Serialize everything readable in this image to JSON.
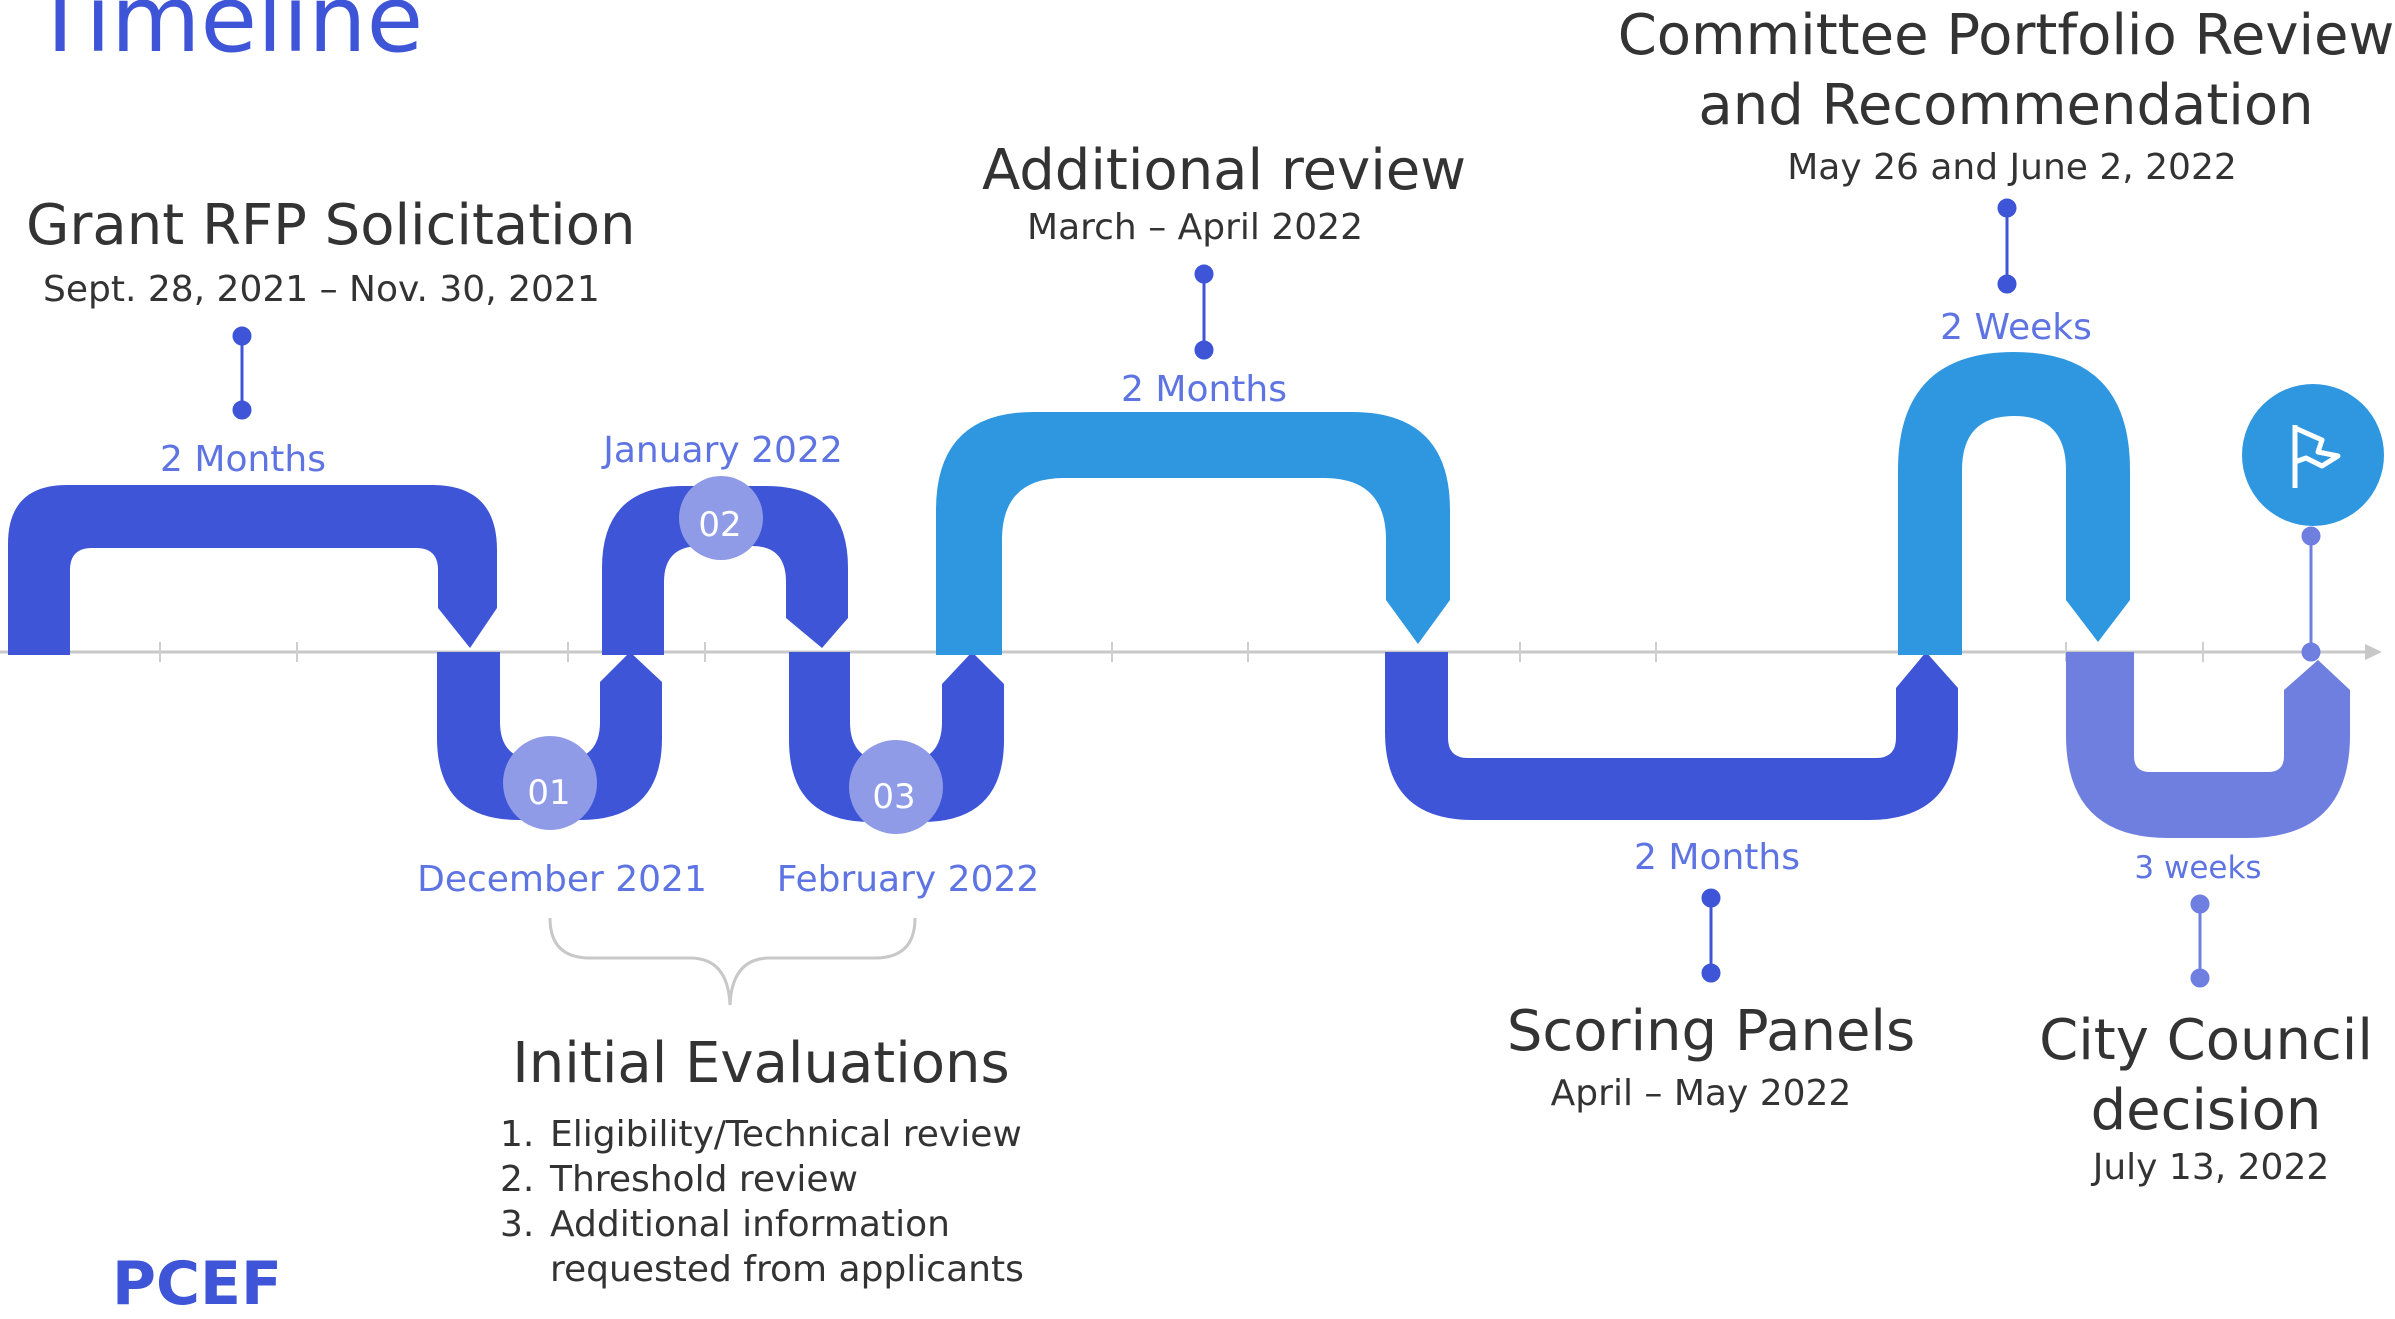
{
  "title": "Timeline",
  "logo_text": "PCEF",
  "stages": {
    "grant_rfp": {
      "heading": "Grant RFP Solicitation",
      "dates": "Sept. 28, 2021 – Nov. 30, 2021",
      "duration": "2 Months"
    },
    "december": {
      "number": "01",
      "label": "December 2021"
    },
    "january": {
      "number": "02",
      "label": "January 2022"
    },
    "february": {
      "number": "03",
      "label": "February 2022"
    },
    "additional_review": {
      "heading": "Additional review",
      "dates": "March – April 2022",
      "duration": "2 Months"
    },
    "scoring_panels": {
      "heading": "Scoring Panels",
      "dates": "April – May 2022",
      "duration": "2 Months"
    },
    "committee": {
      "heading_line1": "Committee Portfolio Review",
      "heading_line2": "and Recommendation",
      "dates": "May 26 and June 2, 2022",
      "duration": "2 Weeks"
    },
    "city_council": {
      "heading_line1": "City Council",
      "heading_line2": "decision",
      "dates": "July 13, 2022",
      "duration": "3 weeks"
    }
  },
  "initial_evaluations": {
    "heading": "Initial Evaluations",
    "steps": [
      {
        "number": "1.",
        "text": "Eligibility/Technical review"
      },
      {
        "number": "2.",
        "text": "Threshold review"
      },
      {
        "number": "3.",
        "text": "Additional information"
      },
      {
        "number": "",
        "text": "requested from applicants"
      }
    ]
  },
  "icons": {
    "finish": "flag-icon"
  },
  "colors": {
    "dark_blue": "#3d55d6",
    "light_blue": "#2f97e0",
    "lavender": "#6e7fe0",
    "bubble": "#8f9be6",
    "axis": "#c8c8c8"
  }
}
